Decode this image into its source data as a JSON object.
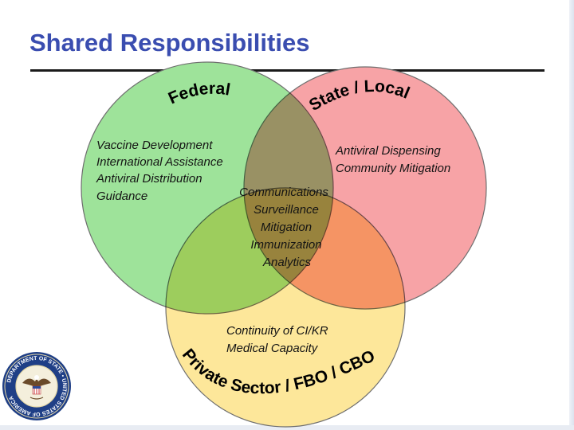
{
  "title": "Shared Responsibilities",
  "circles": {
    "federal": {
      "name": "Federal",
      "color": "#9ee39a",
      "items": [
        "Vaccine Development",
        "International Assistance",
        "Antiviral Distribution",
        "Guidance"
      ]
    },
    "state_local": {
      "name": "State / Local",
      "color": "#f7a3a6",
      "items": [
        "Antiviral Dispensing",
        "Community Mitigation"
      ]
    },
    "private": {
      "name": "Private Sector / FBO / CBO",
      "color": "#fde79a",
      "items": [
        "Continuity of CI/KR",
        "Medical Capacity"
      ]
    }
  },
  "shared": {
    "items": [
      "Communications",
      "Surveillance",
      "Mitigation",
      "Immunization",
      "Analytics"
    ]
  },
  "seal": {
    "text": "DEPARTMENT OF STATE • UNITED STATES OF AMERICA",
    "ring_color": "#1f3f86"
  }
}
